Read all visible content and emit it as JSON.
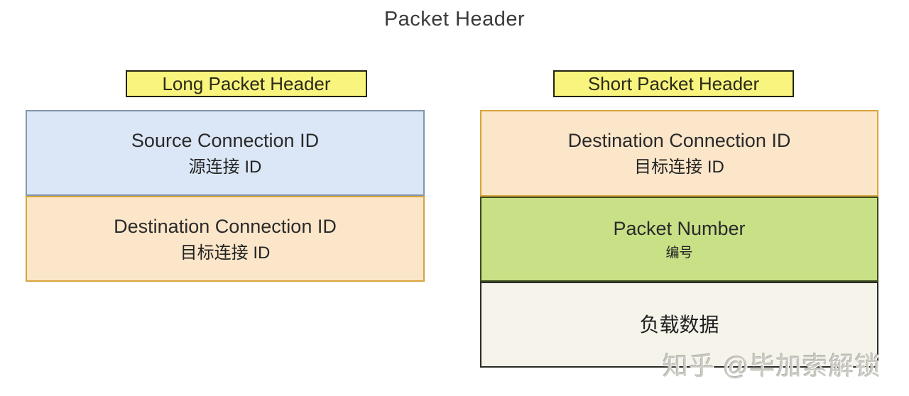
{
  "title": "Packet Header",
  "long_header": {
    "label": "Long Packet Header",
    "cells": [
      {
        "line1": "Source Connection ID",
        "line2": "源连接 ID"
      },
      {
        "line1": "Destination Connection ID",
        "line2": "目标连接 ID"
      }
    ]
  },
  "short_header": {
    "label": "Short Packet Header",
    "cells": [
      {
        "line1": "Destination Connection ID",
        "line2": "目标连接 ID"
      },
      {
        "line1": "Packet Number",
        "line2": "编号"
      },
      {
        "line1": "负载数据"
      }
    ]
  },
  "watermark": "知乎 @毕加索解锁",
  "colors": {
    "label_fill": "#F8F47D",
    "label_border": "#23230F",
    "blue_fill": "#DBE7F6",
    "blue_border": "#8296AC",
    "orange_fill": "#FCE6CA",
    "orange_border": "#D7A43C",
    "green_fill": "#C8E086",
    "green_border": "#3C4A1E",
    "cream_fill": "#F5F3EA",
    "cream_border": "#2B2B26",
    "title_color": "#3B3B3B",
    "text_color": "#262626",
    "watermark_color": "#CBCAC3"
  }
}
